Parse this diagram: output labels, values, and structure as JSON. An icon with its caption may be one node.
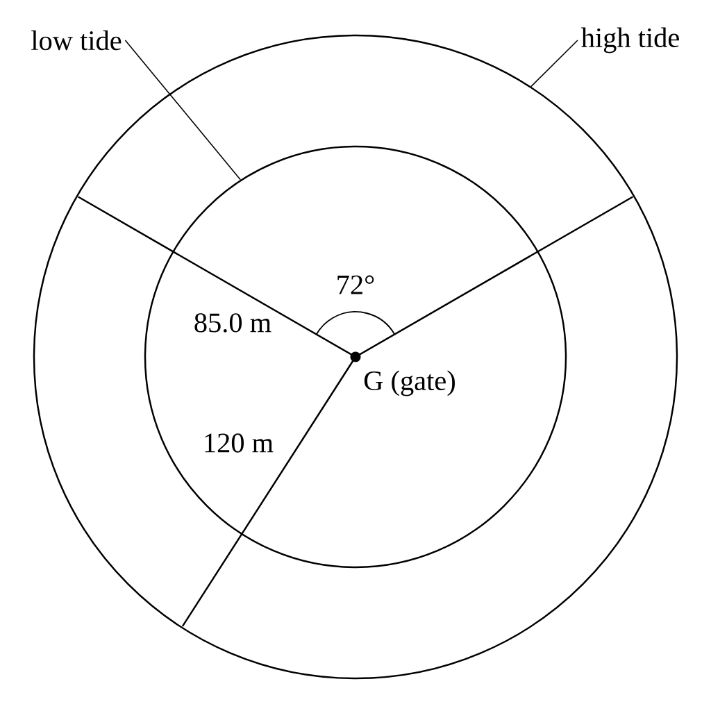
{
  "diagram": {
    "nodes": [
      {
        "text": [
          "low tide"
        ]
      },
      {
        "text": [
          "high tide"
        ]
      },
      {
        "text": [],
        "shape": "circle"
      },
      {
        "text": [],
        "shape": "circle",
        "in": 2
      }
    ],
    "edges": [
      {
        "from": 0,
        "to": 3,
        "arrow": "none"
      },
      {
        "from": 1,
        "to": 2,
        "arrow": "none"
      }
    ],
    "labels": [
      "72°",
      "85.0 m",
      "G (gate)",
      "120 m"
    ]
  }
}
